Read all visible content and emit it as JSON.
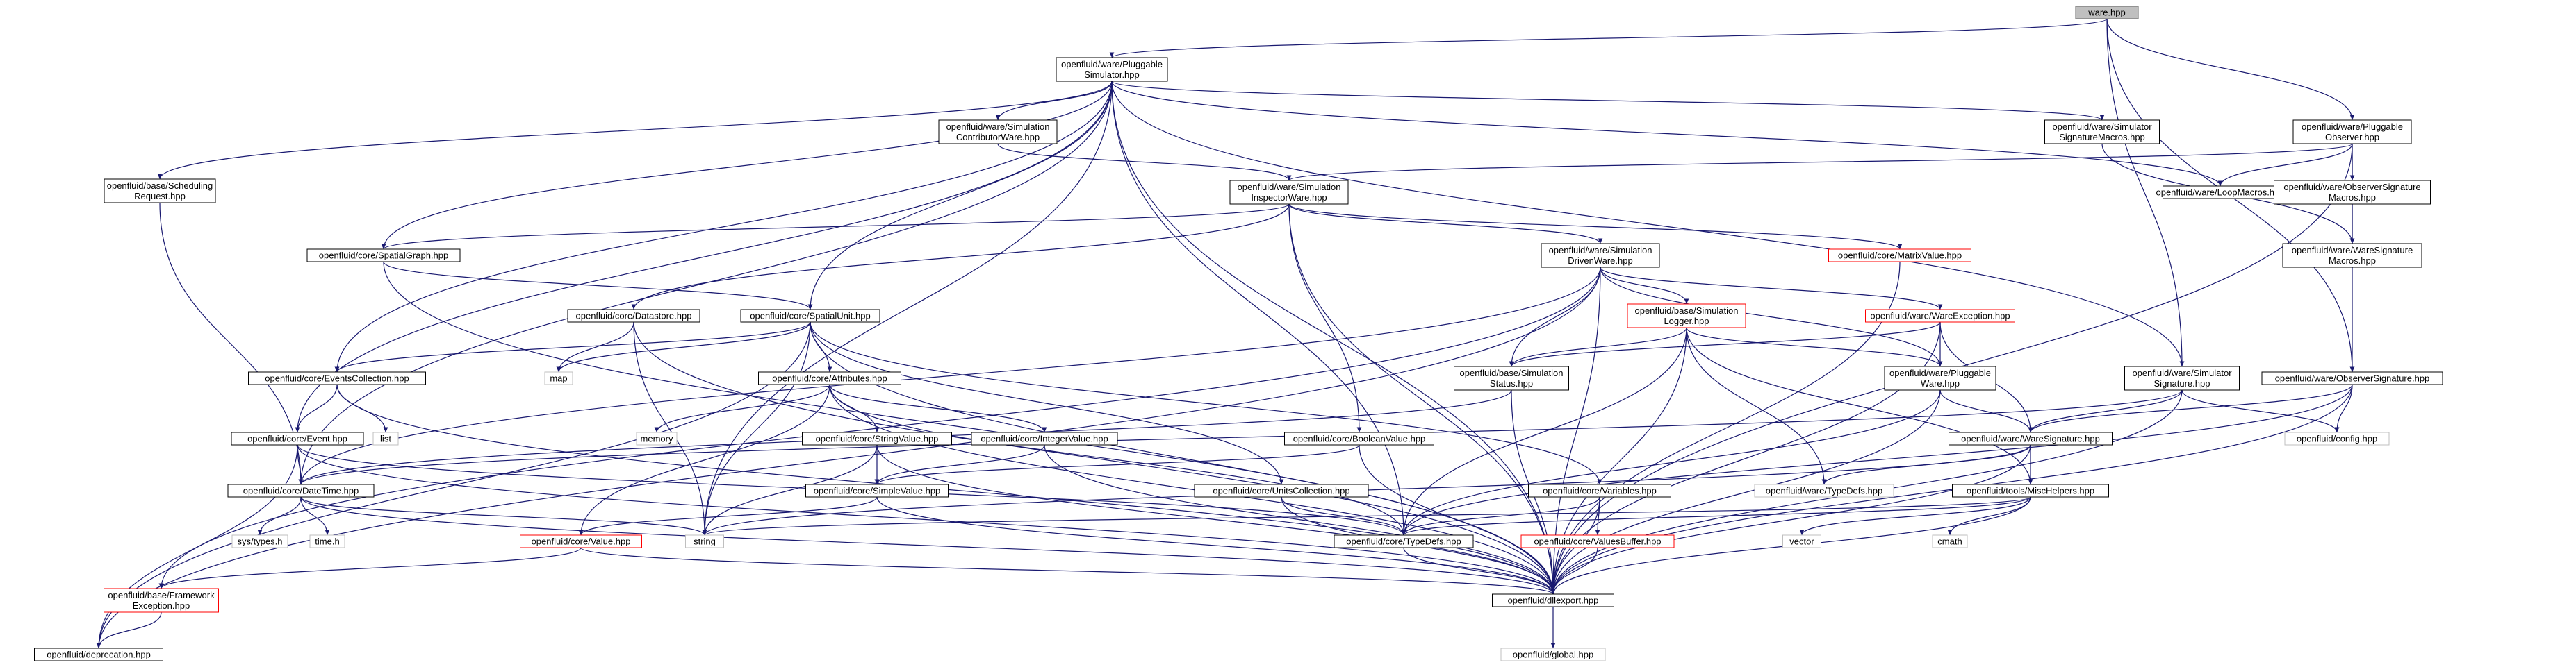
{
  "graph": {
    "title": "ware.hpp",
    "colors": {
      "node_border": "#000000",
      "node_border_truncated": "#ff0000",
      "node_border_system": "#bfbfbf",
      "root_fill": "#bfbfbf",
      "edge": "#191970"
    },
    "nodes": [
      {
        "id": "root",
        "label": "ware.hpp",
        "kind": "root"
      },
      {
        "id": "pluggable_simulator",
        "label": "openfluid/ware/Pluggable\nSimulator.hpp",
        "kind": "normal"
      },
      {
        "id": "pluggable_observer",
        "label": "openfluid/ware/Pluggable\nObserver.hpp",
        "kind": "normal"
      },
      {
        "id": "scheduling_request",
        "label": "openfluid/base/Scheduling\nRequest.hpp",
        "kind": "normal"
      },
      {
        "id": "contributor_ware",
        "label": "openfluid/ware/Simulation\nContributorWare.hpp",
        "kind": "normal"
      },
      {
        "id": "simulator_signature_macros",
        "label": "openfluid/ware/Simulator\nSignatureMacros.hpp",
        "kind": "normal"
      },
      {
        "id": "loop_macros",
        "label": "openfluid/ware/LoopMacros.hpp",
        "kind": "normal"
      },
      {
        "id": "observer_signature_macros",
        "label": "openfluid/ware/ObserverSignature\nMacros.hpp",
        "kind": "normal"
      },
      {
        "id": "inspector_ware",
        "label": "openfluid/ware/Simulation\nInspectorWare.hpp",
        "kind": "normal"
      },
      {
        "id": "spatial_graph",
        "label": "openfluid/core/SpatialGraph.hpp",
        "kind": "normal"
      },
      {
        "id": "driven_ware",
        "label": "openfluid/ware/Simulation\nDrivenWare.hpp",
        "kind": "normal"
      },
      {
        "id": "matrix_value",
        "label": "openfluid/core/MatrixValue.hpp",
        "kind": "truncated"
      },
      {
        "id": "ware_signature_macros",
        "label": "openfluid/ware/WareSignature\nMacros.hpp",
        "kind": "normal"
      },
      {
        "id": "datastore",
        "label": "openfluid/core/Datastore.hpp",
        "kind": "normal"
      },
      {
        "id": "spatial_unit",
        "label": "openfluid/core/SpatialUnit.hpp",
        "kind": "normal"
      },
      {
        "id": "simulation_logger",
        "label": "openfluid/base/Simulation\nLogger.hpp",
        "kind": "truncated"
      },
      {
        "id": "ware_exception",
        "label": "openfluid/ware/WareException.hpp",
        "kind": "truncated"
      },
      {
        "id": "map",
        "label": "map",
        "kind": "system"
      },
      {
        "id": "events_collection",
        "label": "openfluid/core/EventsCollection.hpp",
        "kind": "normal"
      },
      {
        "id": "attributes",
        "label": "openfluid/core/Attributes.hpp",
        "kind": "normal"
      },
      {
        "id": "simulation_status",
        "label": "openfluid/base/Simulation\nStatus.hpp",
        "kind": "normal"
      },
      {
        "id": "pluggable_ware",
        "label": "openfluid/ware/Pluggable\nWare.hpp",
        "kind": "normal"
      },
      {
        "id": "simulator_signature",
        "label": "openfluid/ware/Simulator\nSignature.hpp",
        "kind": "normal"
      },
      {
        "id": "observer_signature",
        "label": "openfluid/ware/ObserverSignature.hpp",
        "kind": "normal"
      },
      {
        "id": "list",
        "label": "list",
        "kind": "system"
      },
      {
        "id": "event",
        "label": "openfluid/core/Event.hpp",
        "kind": "normal"
      },
      {
        "id": "memory",
        "label": "memory",
        "kind": "system"
      },
      {
        "id": "string_value",
        "label": "openfluid/core/StringValue.hpp",
        "kind": "normal"
      },
      {
        "id": "integer_value",
        "label": "openfluid/core/IntegerValue.hpp",
        "kind": "normal"
      },
      {
        "id": "boolean_value",
        "label": "openfluid/core/BooleanValue.hpp",
        "kind": "normal"
      },
      {
        "id": "ware_signature",
        "label": "openfluid/ware/WareSignature.hpp",
        "kind": "normal"
      },
      {
        "id": "config",
        "label": "openfluid/config.hpp",
        "kind": "system"
      },
      {
        "id": "date_time",
        "label": "openfluid/core/DateTime.hpp",
        "kind": "normal"
      },
      {
        "id": "simple_value",
        "label": "openfluid/core/SimpleValue.hpp",
        "kind": "normal"
      },
      {
        "id": "units_collection",
        "label": "openfluid/core/UnitsCollection.hpp",
        "kind": "normal"
      },
      {
        "id": "variables",
        "label": "openfluid/core/Variables.hpp",
        "kind": "normal"
      },
      {
        "id": "ware_type_defs",
        "label": "openfluid/ware/TypeDefs.hpp",
        "kind": "system"
      },
      {
        "id": "misc_helpers",
        "label": "openfluid/tools/MiscHelpers.hpp",
        "kind": "normal"
      },
      {
        "id": "sys_types",
        "label": "sys/types.h",
        "kind": "system"
      },
      {
        "id": "time_h",
        "label": "time.h",
        "kind": "system"
      },
      {
        "id": "string",
        "label": "string",
        "kind": "system"
      },
      {
        "id": "value",
        "label": "openfluid/core/Value.hpp",
        "kind": "truncated"
      },
      {
        "id": "core_type_defs",
        "label": "openfluid/core/TypeDefs.hpp",
        "kind": "normal"
      },
      {
        "id": "values_buffer",
        "label": "openfluid/core/ValuesBuffer.hpp",
        "kind": "truncated"
      },
      {
        "id": "vector",
        "label": "vector",
        "kind": "system"
      },
      {
        "id": "cmath",
        "label": "cmath",
        "kind": "system"
      },
      {
        "id": "framework_exception",
        "label": "openfluid/base/Framework\nException.hpp",
        "kind": "truncated"
      },
      {
        "id": "dllexport",
        "label": "openfluid/dllexport.hpp",
        "kind": "normal"
      },
      {
        "id": "deprecation",
        "label": "openfluid/deprecation.hpp",
        "kind": "normal"
      },
      {
        "id": "global",
        "label": "openfluid/global.hpp",
        "kind": "system"
      }
    ],
    "edges": [
      [
        "root",
        "pluggable_simulator"
      ],
      [
        "root",
        "pluggable_observer"
      ],
      [
        "root",
        "simulator_signature"
      ],
      [
        "root",
        "observer_signature"
      ],
      [
        "pluggable_simulator",
        "scheduling_request"
      ],
      [
        "pluggable_simulator",
        "contributor_ware"
      ],
      [
        "pluggable_simulator",
        "simulator_signature_macros"
      ],
      [
        "pluggable_simulator",
        "loop_macros"
      ],
      [
        "pluggable_simulator",
        "spatial_graph"
      ],
      [
        "pluggable_simulator",
        "spatial_unit"
      ],
      [
        "pluggable_simulator",
        "events_collection"
      ],
      [
        "pluggable_simulator",
        "event"
      ],
      [
        "pluggable_simulator",
        "date_time"
      ],
      [
        "pluggable_simulator",
        "string"
      ],
      [
        "pluggable_simulator",
        "core_type_defs"
      ],
      [
        "pluggable_simulator",
        "simulator_signature"
      ],
      [
        "pluggable_simulator",
        "dllexport"
      ],
      [
        "pluggable_observer",
        "inspector_ware"
      ],
      [
        "pluggable_observer",
        "loop_macros"
      ],
      [
        "pluggable_observer",
        "observer_signature_macros"
      ],
      [
        "pluggable_observer",
        "observer_signature"
      ],
      [
        "pluggable_observer",
        "dllexport"
      ],
      [
        "scheduling_request",
        "date_time"
      ],
      [
        "contributor_ware",
        "inspector_ware"
      ],
      [
        "simulator_signature_macros",
        "ware_signature_macros"
      ],
      [
        "observer_signature_macros",
        "ware_signature_macros"
      ],
      [
        "inspector_ware",
        "spatial_graph"
      ],
      [
        "inspector_ware",
        "driven_ware"
      ],
      [
        "inspector_ware",
        "matrix_value"
      ],
      [
        "inspector_ware",
        "datastore"
      ],
      [
        "inspector_ware",
        "boolean_value"
      ],
      [
        "inspector_ware",
        "dllexport"
      ],
      [
        "spatial_graph",
        "spatial_unit"
      ],
      [
        "spatial_graph",
        "dllexport"
      ],
      [
        "driven_ware",
        "simulation_logger"
      ],
      [
        "driven_ware",
        "ware_exception"
      ],
      [
        "driven_ware",
        "simulation_status"
      ],
      [
        "driven_ware",
        "pluggable_ware"
      ],
      [
        "driven_ware",
        "framework_exception"
      ],
      [
        "driven_ware",
        "deprecation"
      ],
      [
        "driven_ware",
        "date_time"
      ],
      [
        "driven_ware",
        "dllexport"
      ],
      [
        "matrix_value",
        "dllexport"
      ],
      [
        "datastore",
        "map"
      ],
      [
        "datastore",
        "string"
      ],
      [
        "datastore",
        "dllexport"
      ],
      [
        "spatial_unit",
        "map"
      ],
      [
        "spatial_unit",
        "events_collection"
      ],
      [
        "spatial_unit",
        "attributes"
      ],
      [
        "spatial_unit",
        "units_collection"
      ],
      [
        "spatial_unit",
        "variables"
      ],
      [
        "spatial_unit",
        "string"
      ],
      [
        "spatial_unit",
        "deprecation"
      ],
      [
        "spatial_unit",
        "dllexport"
      ],
      [
        "simulation_logger",
        "simulation_status"
      ],
      [
        "simulation_logger",
        "pluggable_ware"
      ],
      [
        "simulation_logger",
        "misc_helpers"
      ],
      [
        "simulation_logger",
        "ware_type_defs"
      ],
      [
        "simulation_logger",
        "core_type_defs"
      ],
      [
        "simulation_logger",
        "dllexport"
      ],
      [
        "ware_exception",
        "simulation_status"
      ],
      [
        "ware_exception",
        "pluggable_ware"
      ],
      [
        "ware_exception",
        "ware_signature"
      ],
      [
        "ware_exception",
        "dllexport"
      ],
      [
        "events_collection",
        "list"
      ],
      [
        "events_collection",
        "event"
      ],
      [
        "events_collection",
        "dllexport"
      ],
      [
        "attributes",
        "memory"
      ],
      [
        "attributes",
        "string_value"
      ],
      [
        "attributes",
        "integer_value"
      ],
      [
        "attributes",
        "value"
      ],
      [
        "attributes",
        "core_type_defs"
      ],
      [
        "attributes",
        "dllexport"
      ],
      [
        "simulation_status",
        "date_time"
      ],
      [
        "simulation_status",
        "dllexport"
      ],
      [
        "pluggable_ware",
        "ware_signature"
      ],
      [
        "pluggable_ware",
        "core_type_defs"
      ],
      [
        "pluggable_ware",
        "dllexport"
      ],
      [
        "simulator_signature",
        "ware_signature"
      ],
      [
        "simulator_signature",
        "config"
      ],
      [
        "simulator_signature",
        "date_time"
      ],
      [
        "simulator_signature",
        "dllexport"
      ],
      [
        "observer_signature",
        "ware_signature"
      ],
      [
        "observer_signature",
        "config"
      ],
      [
        "observer_signature",
        "core_type_defs"
      ],
      [
        "observer_signature",
        "dllexport"
      ],
      [
        "event",
        "date_time"
      ],
      [
        "event",
        "core_type_defs"
      ],
      [
        "event",
        "deprecation"
      ],
      [
        "event",
        "dllexport"
      ],
      [
        "string_value",
        "simple_value"
      ],
      [
        "string_value",
        "string"
      ],
      [
        "string_value",
        "dllexport"
      ],
      [
        "integer_value",
        "simple_value"
      ],
      [
        "integer_value",
        "dllexport"
      ],
      [
        "boolean_value",
        "simple_value"
      ],
      [
        "boolean_value",
        "dllexport"
      ],
      [
        "ware_signature",
        "misc_helpers"
      ],
      [
        "ware_signature",
        "ware_type_defs"
      ],
      [
        "ware_signature",
        "string"
      ],
      [
        "ware_signature",
        "dllexport"
      ],
      [
        "date_time",
        "sys_types"
      ],
      [
        "date_time",
        "time_h"
      ],
      [
        "date_time",
        "string"
      ],
      [
        "date_time",
        "dllexport"
      ],
      [
        "simple_value",
        "value"
      ],
      [
        "simple_value",
        "dllexport"
      ],
      [
        "units_collection",
        "core_type_defs"
      ],
      [
        "units_collection",
        "dllexport"
      ],
      [
        "variables",
        "core_type_defs"
      ],
      [
        "variables",
        "values_buffer"
      ],
      [
        "variables",
        "dllexport"
      ],
      [
        "misc_helpers",
        "string"
      ],
      [
        "misc_helpers",
        "vector"
      ],
      [
        "misc_helpers",
        "cmath"
      ],
      [
        "misc_helpers",
        "core_type_defs"
      ],
      [
        "misc_helpers",
        "dllexport"
      ],
      [
        "value",
        "framework_exception"
      ],
      [
        "value",
        "dllexport"
      ],
      [
        "core_type_defs",
        "dllexport"
      ],
      [
        "values_buffer",
        "dllexport"
      ],
      [
        "framework_exception",
        "deprecation"
      ],
      [
        "dllexport",
        "global"
      ]
    ]
  }
}
